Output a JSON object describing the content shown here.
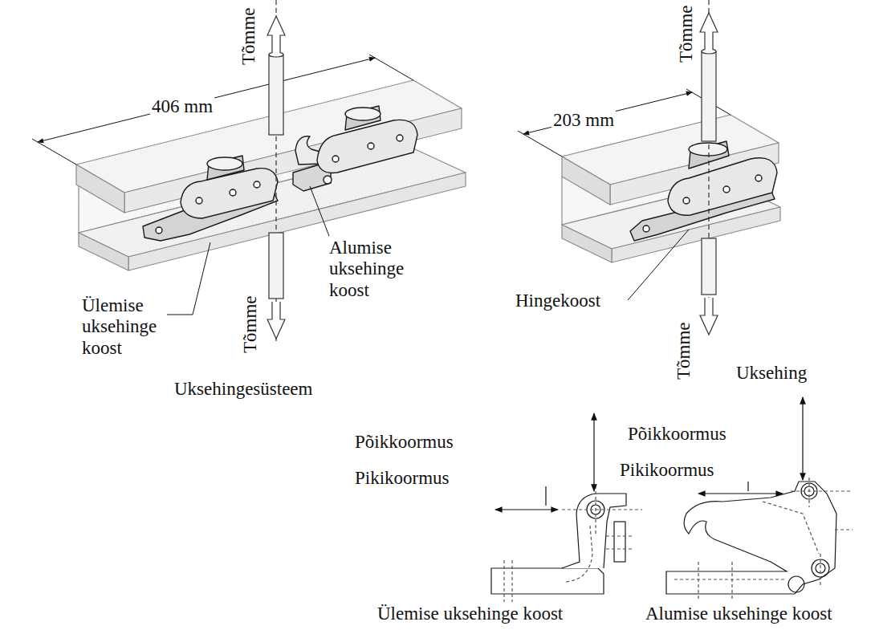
{
  "diagram": {
    "labels": [
      "Tõmme",
      "406 mm",
      "Tõmme",
      "203 mm",
      "Alumise uksehinge koost",
      "Ülemise uksehinge koost",
      "Tõmme",
      "Hingekoost",
      "Uksehingesüsteem",
      "Tõmme",
      "Uksehing",
      "Põikkoormus",
      "Pikikoormus",
      "Põikkoormus",
      "Pikikoormus",
      "Ülemise uksehinge koost",
      "Alumise uksehinge koost"
    ]
  }
}
